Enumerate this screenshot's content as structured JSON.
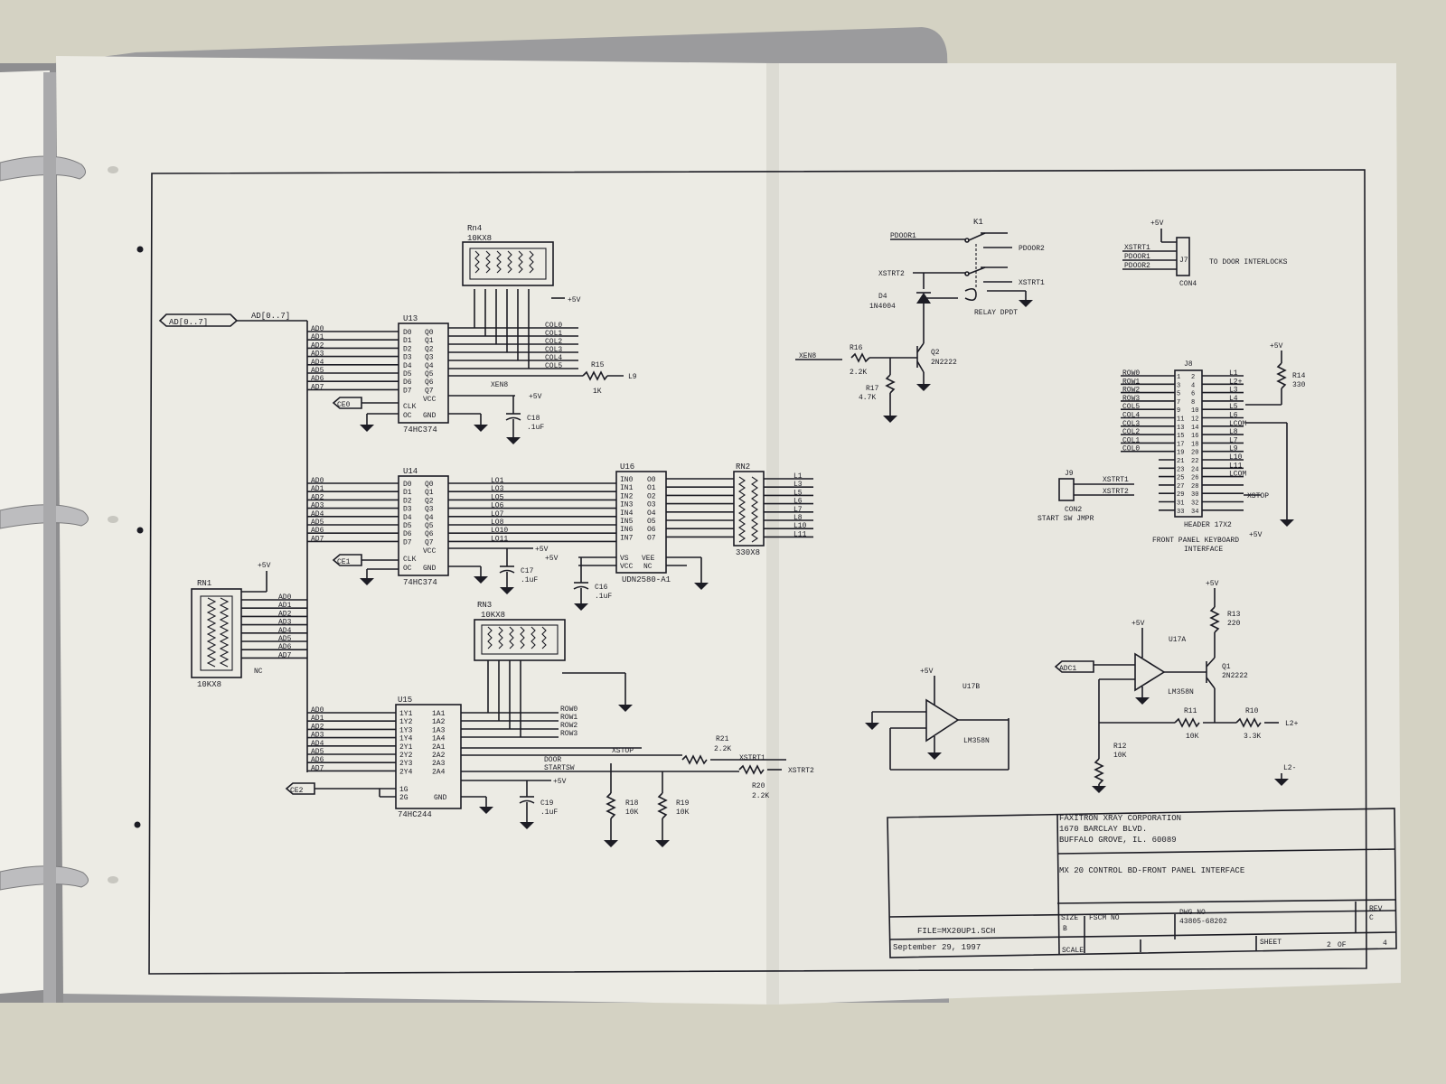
{
  "colors": {
    "tablecloth": "#d8d6c8",
    "binder_cover": "#9a9a9c",
    "paper_left": "#ecebe4",
    "paper_right": "#e9e8e1",
    "ink": "#1c1c24",
    "ring": "#b9b9bb"
  },
  "schematic": {
    "components": {
      "rn4": {
        "ref": "Rn4",
        "value": "10KX8"
      },
      "rn3": {
        "ref": "RN3",
        "value": "10KX8"
      },
      "rn1": {
        "ref": "RN1",
        "value": "10KX8"
      },
      "rn2": {
        "ref": "RN2",
        "value": "330X8"
      },
      "u13": {
        "ref": "U13",
        "part": "74HC374"
      },
      "u14": {
        "ref": "U14",
        "part": "74HC374"
      },
      "u15": {
        "ref": "U15",
        "part": "74HC244"
      },
      "u16": {
        "ref": "U16",
        "part": "UDN2580-A1"
      },
      "u17a": {
        "ref": "U17A",
        "part": "LM358N"
      },
      "u17b": {
        "ref": "U17B",
        "part": "LM358N"
      },
      "k1": {
        "ref": "K1",
        "part": "RELAY DPDT"
      },
      "d4": {
        "ref": "D4",
        "part": "1N4004"
      },
      "q2": {
        "ref": "Q2",
        "part": "2N2222"
      },
      "q1": {
        "ref": "Q1",
        "part": "2N2222"
      },
      "j7": {
        "ref": "J7",
        "part": "CON4",
        "note": "TO DOOR INTERLOCKS"
      },
      "j8": {
        "ref": "J8",
        "part": "HEADER 17X2",
        "caption": [
          "FRONT PANEL KEYBOARD",
          "INTERFACE"
        ]
      },
      "j9": {
        "ref": "J9",
        "part": "CON2",
        "caption": "START SW JMPR"
      },
      "r10": {
        "ref": "R10",
        "value": "3.3K"
      },
      "r11": {
        "ref": "R11",
        "value": "10K"
      },
      "r12": {
        "ref": "R12",
        "value": "10K"
      },
      "r13": {
        "ref": "R13",
        "value": "220"
      },
      "r14": {
        "ref": "R14",
        "value": "330"
      },
      "r15": {
        "ref": "R15",
        "value": "1K"
      },
      "r16": {
        "ref": "R16",
        "value": "2.2K"
      },
      "r17": {
        "ref": "R17",
        "value": "4.7K"
      },
      "r18": {
        "ref": "R18",
        "value": "10K"
      },
      "r19": {
        "ref": "R19",
        "value": "10K"
      },
      "r20": {
        "ref": "R20",
        "value": "2.2K"
      },
      "r21": {
        "ref": "R21",
        "value": "2.2K"
      },
      "c16": {
        "ref": "C16",
        "value": ".1uF"
      },
      "c17": {
        "ref": "C17",
        "value": ".1uF"
      },
      "c18": {
        "ref": "C18",
        "value": ".1uF"
      },
      "c19": {
        "ref": "C19",
        "value": ".1uF"
      }
    },
    "nets": {
      "ad_bus": "AD[0..7]",
      "ad_lines": [
        "AD0",
        "AD1",
        "AD2",
        "AD3",
        "AD4",
        "AD5",
        "AD6",
        "AD7"
      ],
      "col_lines": [
        "COL0",
        "COL1",
        "COL2",
        "COL3",
        "COL4",
        "COL5"
      ],
      "row_lines": [
        "ROW0",
        "ROW1",
        "ROW2",
        "ROW3"
      ],
      "lo_lines": [
        "LO1",
        "LO3",
        "LO5",
        "LO6",
        "LO7",
        "LO8",
        "LO10",
        "LO11"
      ],
      "l_lines": [
        "L1",
        "L3",
        "L5",
        "L6",
        "L7",
        "L8",
        "L10",
        "L11"
      ],
      "j8_right": [
        "L1",
        "L2+",
        "L3",
        "L4",
        "L5",
        "L6",
        "LCOM",
        "L8",
        "L7",
        "L9",
        "L10",
        "L11",
        "LCOM"
      ],
      "j8_left": [
        "ROW0",
        "ROW1",
        "ROW2",
        "ROW3",
        "COL5",
        "COL4",
        "COL3",
        "COL2",
        "COL1",
        "COL0"
      ],
      "j7_pins": [
        "XSTRT1",
        "PDOOR1",
        "PDOOR2"
      ],
      "latch_pins_in": [
        "D0",
        "D1",
        "D2",
        "D3",
        "D4",
        "D5",
        "D6",
        "D7"
      ],
      "latch_pins_out": [
        "Q0",
        "Q1",
        "Q2",
        "Q3",
        "Q4",
        "Q5",
        "Q6",
        "Q7"
      ],
      "u16_in": [
        "IN0",
        "IN1",
        "IN2",
        "IN3",
        "IN4",
        "IN5",
        "IN6",
        "IN7"
      ],
      "u16_out": [
        "O0",
        "O1",
        "O2",
        "O3",
        "O4",
        "O5",
        "O6",
        "O7"
      ],
      "u15_in": [
        "1Y1",
        "1Y2",
        "1Y3",
        "1Y4",
        "2Y1",
        "2Y2",
        "2Y3",
        "2Y4"
      ],
      "u15_out": [
        "1A1",
        "1A2",
        "1A3",
        "1A4",
        "2A1",
        "2A2",
        "2A3",
        "2A4"
      ],
      "misc": {
        "plus5v": "+5V",
        "ce0": "CE0",
        "ce1": "CE1",
        "ce2": "CE2",
        "xen8": "XEN8",
        "xstop": "XSTOP",
        "xstrt1": "XSTRT1",
        "xstrt2": "XSTRT2",
        "door": "DOOR",
        "startsw": "STARTSW",
        "pdoor1": "PDOOR1",
        "pdoor2": "PDOOR2",
        "adc1": "ADC1",
        "l2plus": "L2+",
        "l2minus": "L2-",
        "l9": "L9",
        "clk": "CLK",
        "oc": "OC",
        "gnd": "GND",
        "vcc": "VCC",
        "vs": "VS",
        "vee": "VEE",
        "nc": "NC",
        "g1": "1G",
        "g2": "2G"
      }
    },
    "title_block": {
      "company": "FAXITRON XRAY CORPORATION",
      "address1": "1670 BARCLAY BLVD.",
      "address2": "BUFFALO GROVE, IL. 60089",
      "title": "MX 20 CONTROL BD-FRONT PANEL INTERFACE",
      "file": "FILE=MX20UP1.SCH",
      "date": "September 29, 1997",
      "size_label": "SIZE",
      "size": "B",
      "fscm_label": "FSCM NO",
      "dwg_label": "DWG NO",
      "dwg_no": "43805-68202",
      "rev_label": "REV",
      "rev": "C",
      "scale_label": "SCALE",
      "sheet_label": "SHEET",
      "sheet": "2",
      "of_label": "OF",
      "sheets_total": "4"
    }
  }
}
